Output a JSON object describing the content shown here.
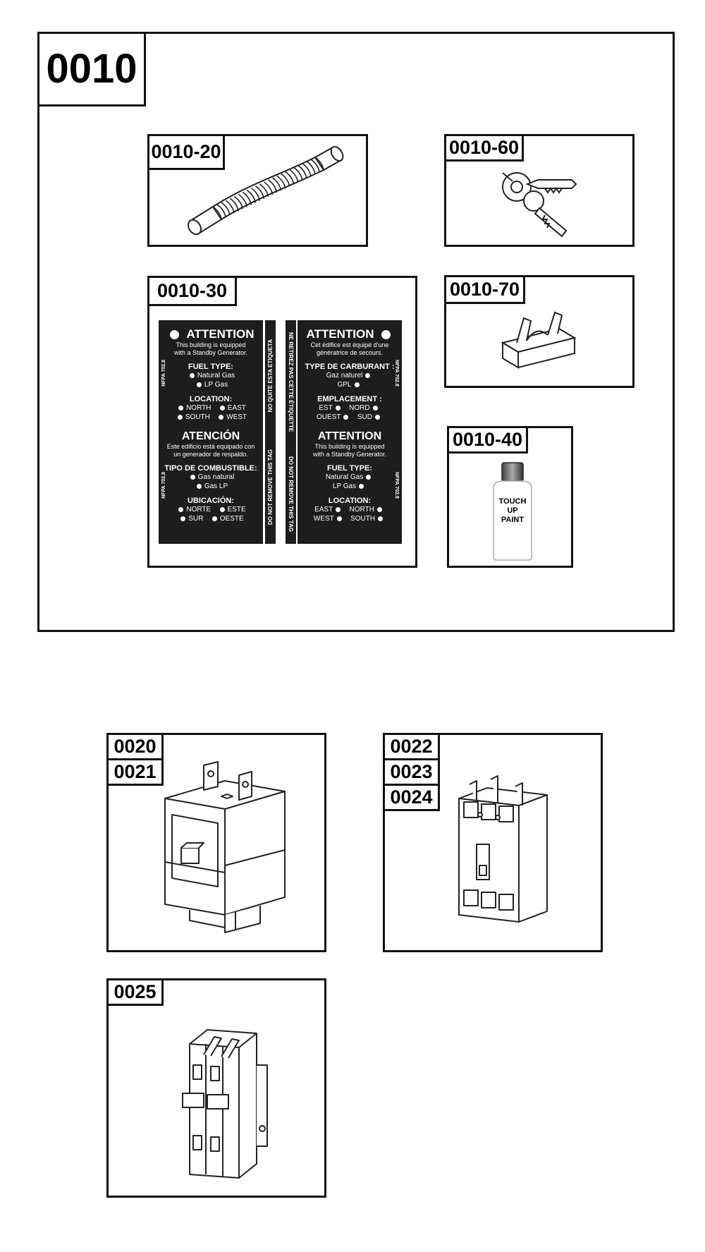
{
  "kit": {
    "main_label": "0010",
    "items": {
      "hose": "0010-20",
      "keys": "0010-60",
      "labels": "0010-30",
      "fuse": "0010-70",
      "paint": "0010-40"
    },
    "paint_text": [
      "TOUCH",
      "UP",
      "PAINT"
    ]
  },
  "decal": {
    "panel1": {
      "title": "ATTENTION",
      "sub": [
        "This building is equipped",
        "with a Standby Generator."
      ],
      "fuel_head": "FUEL TYPE:",
      "fuel": [
        "Natural Gas",
        "LP Gas"
      ],
      "loc_head": "LOCATION:",
      "loc": [
        "NORTH",
        "EAST",
        "SOUTH",
        "WEST"
      ],
      "title2": "ATENCIÓN",
      "sub2": [
        "Este edificio está equipado con",
        "un generador de respaldo."
      ],
      "fuel_head2": "TIPO DE COMBUSTIBLE:",
      "fuel2": [
        "Gas natural",
        "Gas LP"
      ],
      "loc_head2": "UBICACIÓN:",
      "loc2": [
        "NORTE",
        "ESTE",
        "SUR",
        "OESTE"
      ],
      "nfpa": "NFPA 702.8"
    },
    "strip1": [
      "NO QUITE ESTA ETIQUETA",
      "DO NOT REMOVE THIS TAG"
    ],
    "strip2": [
      "NE RETIREZ PAS CETTE ÉTIQUETTE",
      "DO NOT REMOVE THIS TAG"
    ],
    "panel2": {
      "title": "ATTENTION",
      "sub": [
        "Cet édifice est équipé d'une",
        "génératrice de secours."
      ],
      "fuel_head": "TYPE DE CARBURANT :",
      "fuel": [
        "Gaz naturel",
        "GPL"
      ],
      "loc_head": "EMPLACEMENT :",
      "loc": [
        "EST",
        "NORD",
        "OUEST",
        "SUD"
      ],
      "title2": "ATTENTION",
      "sub2": [
        "This building is equipped",
        "with a Standby Generator."
      ],
      "fuel_head2": "FUEL TYPE:",
      "fuel2": [
        "Natural Gas",
        "LP Gas"
      ],
      "loc_head2": "LOCATION:",
      "loc2": [
        "EAST",
        "NORTH",
        "WEST",
        "SOUTH"
      ],
      "nfpa": "NFPA 702.8"
    }
  },
  "parts": {
    "switch": [
      "0020",
      "0021"
    ],
    "breaker3": [
      "0022",
      "0023",
      "0024"
    ],
    "breaker2": [
      "0025"
    ]
  }
}
